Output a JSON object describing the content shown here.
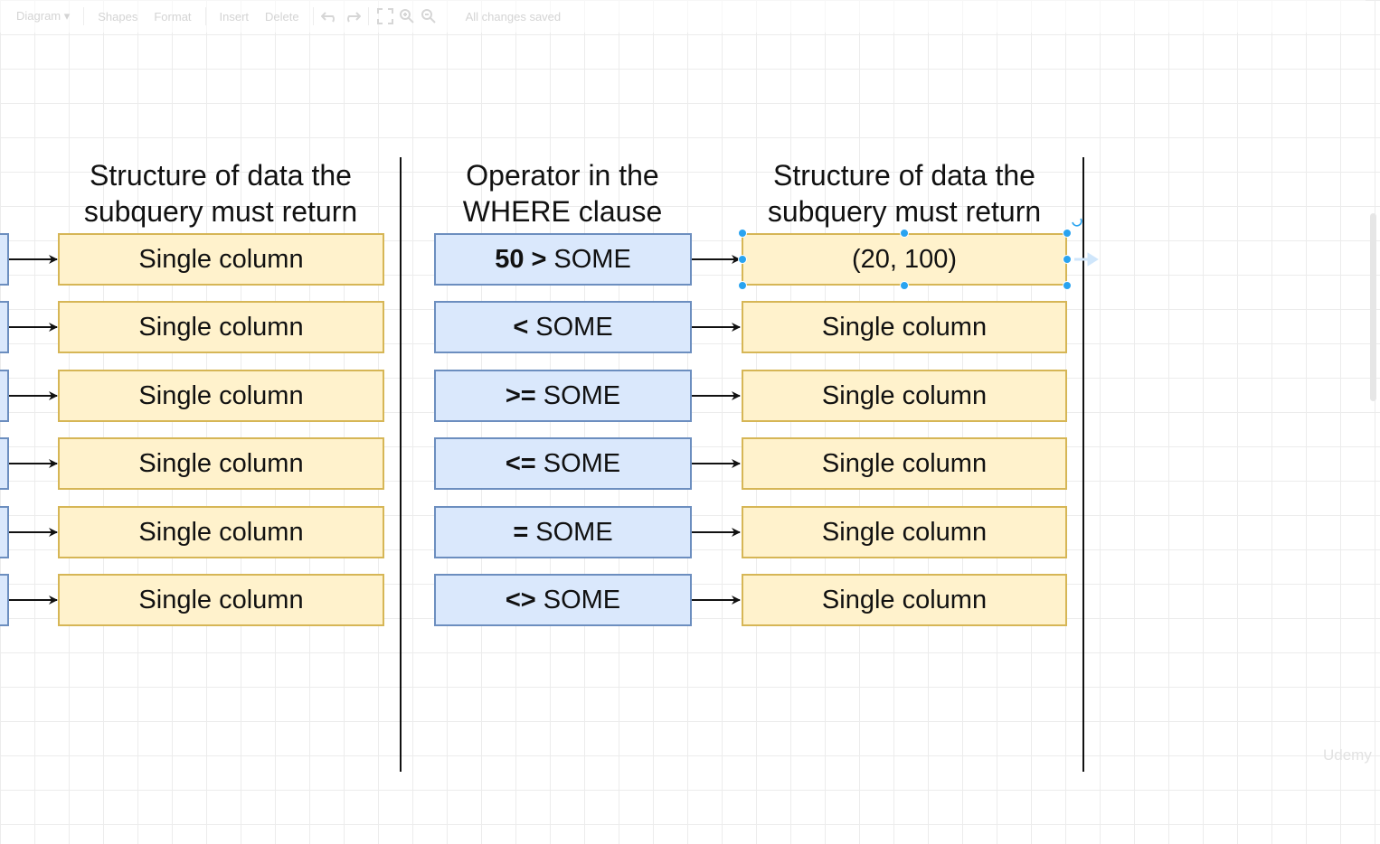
{
  "toolbar": {
    "diagram": "Diagram",
    "shapes": "Shapes",
    "format": "Format",
    "insert": "Insert",
    "delete": "Delete",
    "status": "All changes saved"
  },
  "headings": {
    "left": "Structure of data the\nsubquery must return",
    "middle": "Operator in the\nWHERE clause",
    "right": "Structure of data the\nsubquery must return"
  },
  "left_boxes": [
    "Single column",
    "Single column",
    "Single column",
    "Single column",
    "Single column",
    "Single column"
  ],
  "operators": [
    {
      "num": "50",
      "sym": ">",
      "word": "SOME"
    },
    {
      "num": "",
      "sym": "<",
      "word": "SOME"
    },
    {
      "num": "",
      "sym": ">=",
      "word": "SOME"
    },
    {
      "num": "",
      "sym": "<=",
      "word": "SOME"
    },
    {
      "num": "",
      "sym": "=",
      "word": "SOME"
    },
    {
      "num": "",
      "sym": "<>",
      "word": "SOME"
    }
  ],
  "right_boxes": [
    "(20, 100)",
    "Single column",
    "Single column",
    "Single column",
    "Single column",
    "Single column"
  ],
  "watermark": "Udemy",
  "colors": {
    "yellow_fill": "#fff2cc",
    "yellow_border": "#d6b656",
    "blue_fill": "#dae8fc",
    "blue_border": "#6c8ebf",
    "selection": "#29a3f0"
  }
}
